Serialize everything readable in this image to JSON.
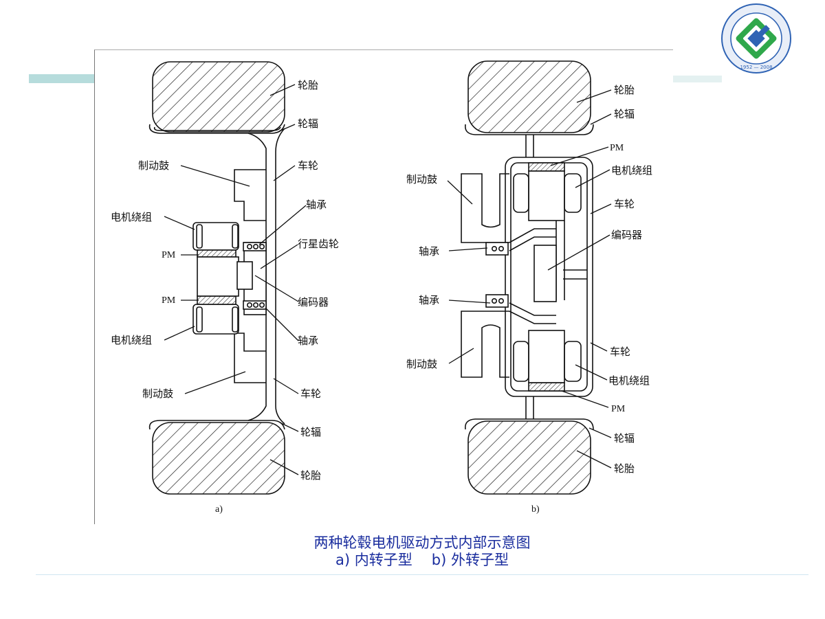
{
  "figure": {
    "diagram_a": {
      "sublabel": "a)",
      "labels": {
        "tire_top": "轮胎",
        "spoke_top": "轮辐",
        "brake_drum_top": "制动鼓",
        "wheel_top": "车轮",
        "bearing_top": "轴承",
        "motor_winding_top": "电机绕组",
        "planetary_gear": "行星齿轮",
        "pm_top": "PM",
        "encoder": "编码器",
        "pm_bottom": "PM",
        "bearing_bottom": "轴承",
        "motor_winding_bottom": "电机绕组",
        "brake_drum_bottom": "制动鼓",
        "wheel_bottom": "车轮",
        "spoke_bottom": "轮辐",
        "tire_bottom": "轮胎"
      }
    },
    "diagram_b": {
      "sublabel": "b)",
      "labels": {
        "tire_top": "轮胎",
        "spoke_top": "轮辐",
        "pm_top": "PM",
        "brake_drum_top": "制动鼓",
        "motor_winding_top": "电机绕组",
        "wheel_top": "车轮",
        "encoder": "编码器",
        "bearing_top": "轴承",
        "bearing_bottom": "轴承",
        "wheel_bottom": "车轮",
        "brake_drum_bottom": "制动鼓",
        "motor_winding_bottom": "电机绕组",
        "pm_bottom": "PM",
        "spoke_bottom": "轮辐",
        "tire_bottom": "轮胎"
      }
    }
  },
  "logo": {
    "ring_text_bottom": "1952 — 2008"
  },
  "caption": {
    "title": "两种轮毂电机驱动方式内部示意图",
    "sub_a": "a) 内转子型",
    "sub_b": "b) 外转子型"
  },
  "colors": {
    "caption_text": "#1a2d9e",
    "accent_bar": "#b6dcdc",
    "logo_blue": "#2f63b4",
    "logo_green": "#2fa84b"
  }
}
